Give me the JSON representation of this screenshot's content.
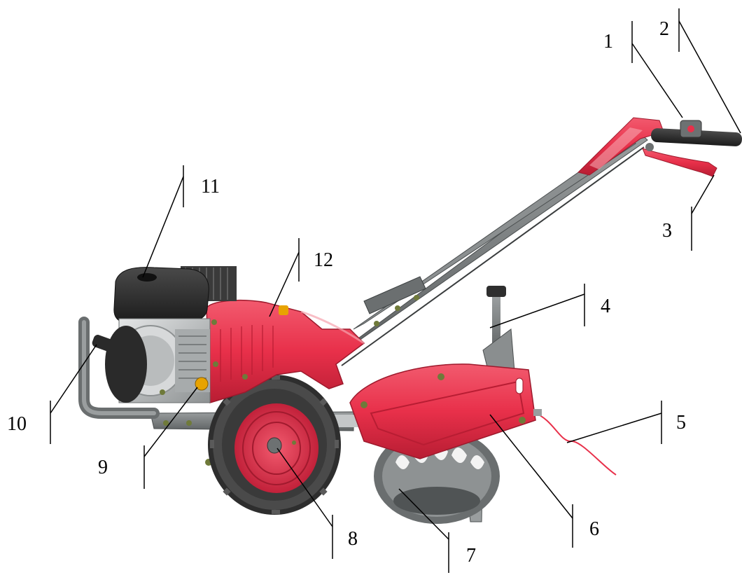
{
  "diagram": {
    "callouts": [
      {
        "id": "c1",
        "label": "1"
      },
      {
        "id": "c2",
        "label": "2"
      },
      {
        "id": "c3",
        "label": "3"
      },
      {
        "id": "c4",
        "label": "4"
      },
      {
        "id": "c5",
        "label": "5"
      },
      {
        "id": "c6",
        "label": "6"
      },
      {
        "id": "c7",
        "label": "7"
      },
      {
        "id": "c8",
        "label": "8"
      },
      {
        "id": "c9",
        "label": "9"
      },
      {
        "id": "c10",
        "label": "10"
      },
      {
        "id": "c11",
        "label": "11"
      },
      {
        "id": "c12",
        "label": "12"
      }
    ]
  },
  "colors": {
    "body_red": "#e8304a",
    "body_red_dark": "#b81d33",
    "frame_gray": "#7b7f80",
    "frame_dark": "#505455",
    "engine_black": "#2b2b2b",
    "engine_silver": "#c9cccd",
    "tire_dark": "#3a3a3a",
    "leader_line": "#000000"
  }
}
